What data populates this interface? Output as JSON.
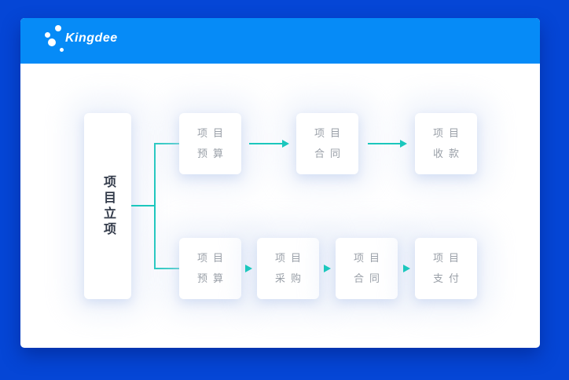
{
  "colors": {
    "outer_bg": "#0546d6",
    "header_bg": "#068bf7",
    "accent": "#1bc7bd",
    "node_text": "#9aa0a8",
    "root_text": "#333b4a"
  },
  "header": {
    "logo_text": "Kingdee"
  },
  "flow": {
    "root": {
      "label": "项目立项"
    },
    "top_row": [
      {
        "line1": "项目",
        "line2": "预算"
      },
      {
        "line1": "项目",
        "line2": "合同"
      },
      {
        "line1": "项目",
        "line2": "收款"
      }
    ],
    "bottom_row": [
      {
        "line1": "项目",
        "line2": "预算"
      },
      {
        "line1": "项目",
        "line2": "采购"
      },
      {
        "line1": "项目",
        "line2": "合同"
      },
      {
        "line1": "项目",
        "line2": "支付"
      }
    ]
  }
}
